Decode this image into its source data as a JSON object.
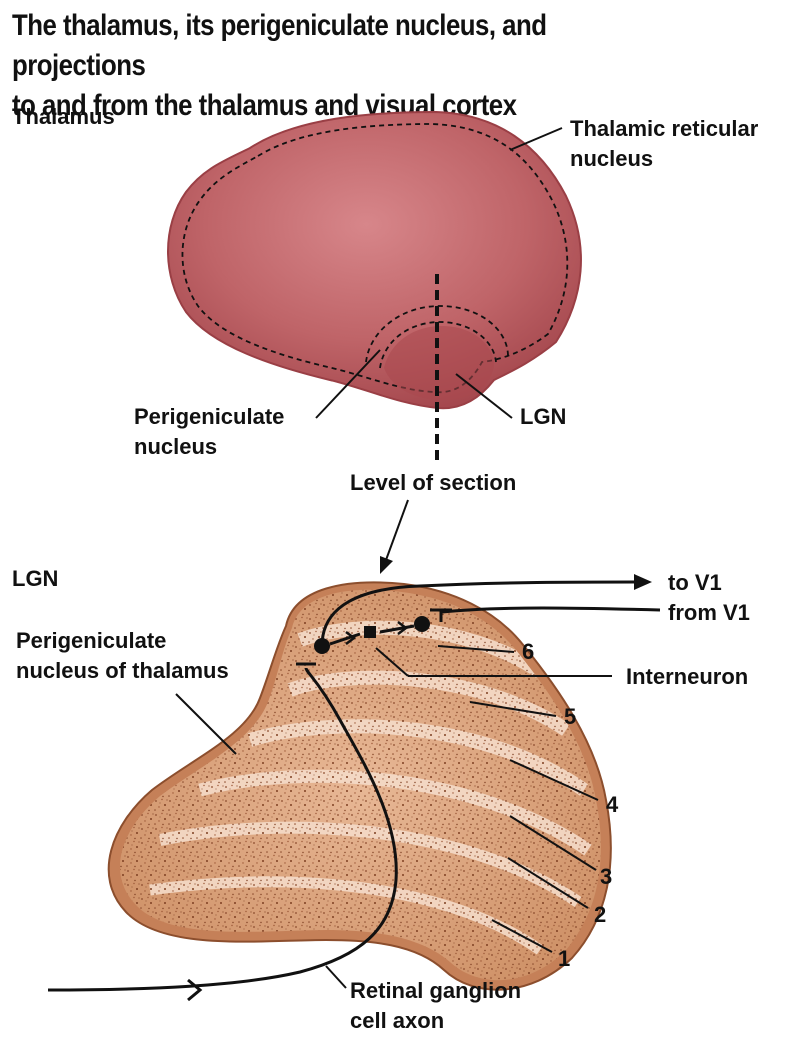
{
  "title": {
    "line1": "The thalamus, its perigeniculate nucleus, and projections",
    "line2": "to and from the thalamus and visual cortex"
  },
  "thalamus": {
    "heading": "Thalamus",
    "thalamic_reticular_line1": "Thalamic reticular",
    "thalamic_reticular_line2": "nucleus",
    "perigeniculate_line1": "Perigeniculate",
    "perigeniculate_line2": "nucleus",
    "lgn": "LGN",
    "level_of_section": "Level of section",
    "color": "#b85a5f"
  },
  "lgn_section": {
    "heading": "LGN",
    "perigeniculate_thalamus_line1": "Perigeniculate",
    "perigeniculate_thalamus_line2": "nucleus of thalamus",
    "to_v1": "to V1",
    "from_v1": "from V1",
    "interneuron": "Interneuron",
    "layers": [
      "6",
      "5",
      "4",
      "3",
      "2",
      "1"
    ],
    "retinal_line1": "Retinal ganglion",
    "retinal_line2": "cell axon",
    "color": "#d9a07c"
  }
}
